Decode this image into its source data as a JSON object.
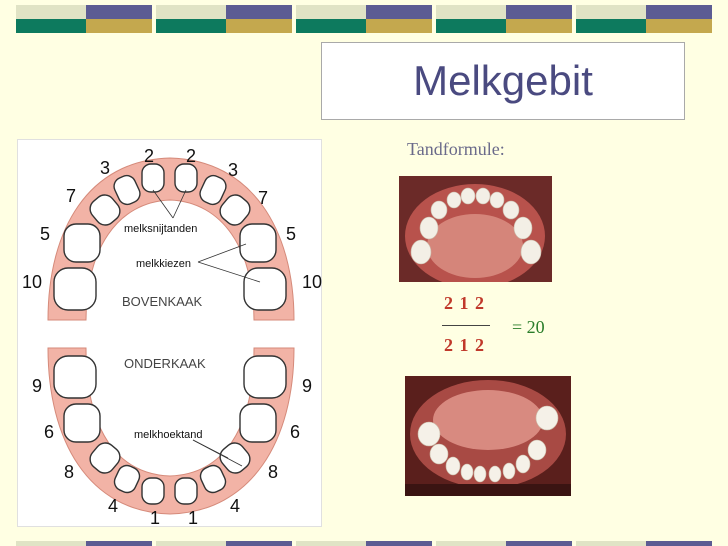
{
  "slide": {
    "title": "Melkgebit",
    "formula_label": "Tandformule:",
    "formula": {
      "numerator": "2 1 2",
      "denominator": "2 1 2",
      "result": "= 20"
    }
  },
  "diagram": {
    "numbers_upper": [
      "2",
      "2",
      "3",
      "3",
      "7",
      "7",
      "5",
      "5",
      "10",
      "10"
    ],
    "numbers_lower": [
      "9",
      "9",
      "6",
      "6",
      "8",
      "8",
      "4",
      "4",
      "1",
      "1"
    ],
    "labels": {
      "incisors": "melksnijtanden",
      "molars": "melkkiezen",
      "upper_jaw": "BOVENKAAK",
      "lower_jaw": "ONDERKAAK",
      "canine": "melkhoektand"
    }
  },
  "colors": {
    "background": "#ffffe3",
    "title": "#4a4a80",
    "gum": "#f2b3a6",
    "band_green": "#0d7a5e",
    "band_purple": "#5c5c93",
    "band_gold": "#c4a84e",
    "band_light": "#e0e3c5"
  }
}
